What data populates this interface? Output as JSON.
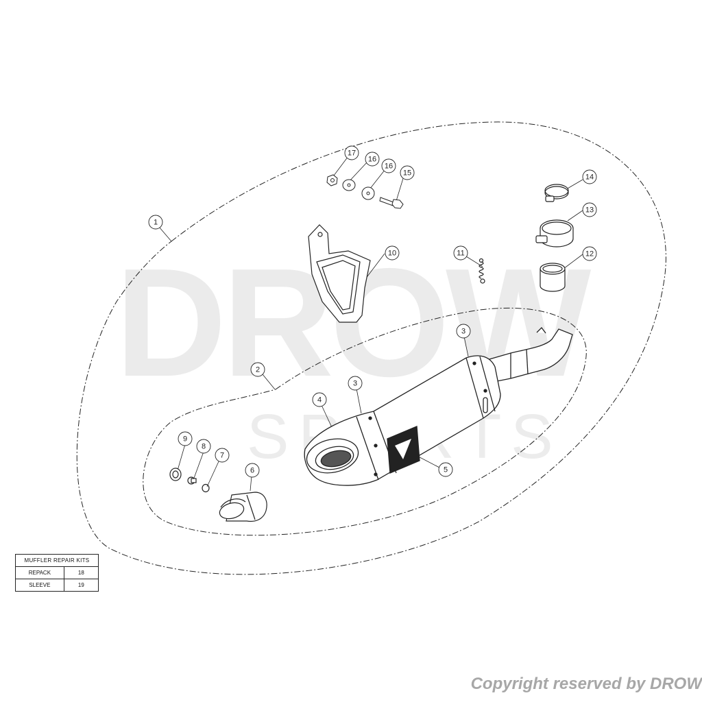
{
  "watermark": {
    "brand": "DROW",
    "sub": "SPORTS"
  },
  "callouts": [
    {
      "id": "callout-1",
      "label": "1"
    },
    {
      "id": "callout-2",
      "label": "2"
    },
    {
      "id": "callout-3a",
      "label": "3"
    },
    {
      "id": "callout-3b",
      "label": "3"
    },
    {
      "id": "callout-4",
      "label": "4"
    },
    {
      "id": "callout-5",
      "label": "5"
    },
    {
      "id": "callout-6",
      "label": "6"
    },
    {
      "id": "callout-7",
      "label": "7"
    },
    {
      "id": "callout-8",
      "label": "8"
    },
    {
      "id": "callout-9",
      "label": "9"
    },
    {
      "id": "callout-10",
      "label": "10"
    },
    {
      "id": "callout-11",
      "label": "11"
    },
    {
      "id": "callout-12",
      "label": "12"
    },
    {
      "id": "callout-13",
      "label": "13"
    },
    {
      "id": "callout-14",
      "label": "14"
    },
    {
      "id": "callout-15",
      "label": "15"
    },
    {
      "id": "callout-16a",
      "label": "16"
    },
    {
      "id": "callout-16b",
      "label": "16"
    },
    {
      "id": "callout-17",
      "label": "17"
    }
  ],
  "repair_kits": {
    "title": "MUFFLER REPAIR KITS",
    "rows": [
      {
        "name": "REPACK",
        "number": "18"
      },
      {
        "name": "SLEEVE",
        "number": "19"
      }
    ]
  },
  "copyright": "Copyright reserved by DROW",
  "colors": {
    "line": "#222222",
    "watermark": "#ebebeb",
    "copyright": "#a7a7a7"
  }
}
